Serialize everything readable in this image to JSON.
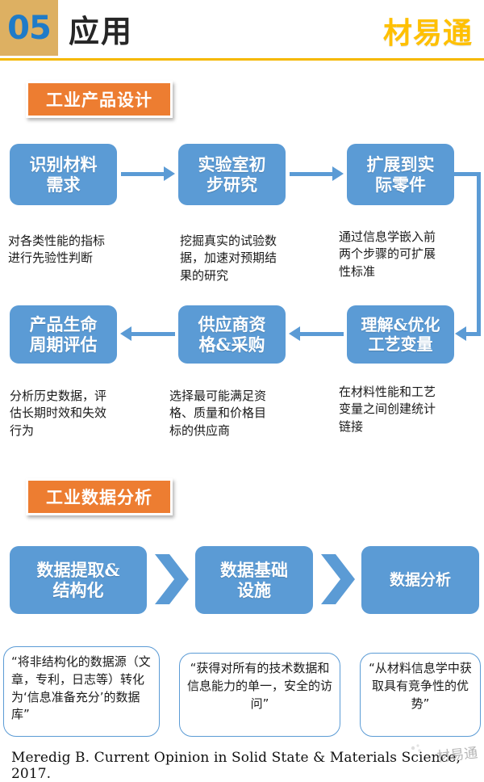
{
  "header": {
    "number": "05",
    "title": "应用",
    "logo": "材易通",
    "accent_gold": "#DDB062",
    "accent_blue": "#1F7BC8",
    "rule_color": "#F5B800",
    "logo_color": "#FFC000"
  },
  "sections": [
    {
      "id": "industrial-product-design",
      "banner": "工业产品设计",
      "banner_color": "#ED7D31"
    },
    {
      "id": "industrial-data-analysis",
      "banner": "工业数据分析",
      "banner_color": "#ED7D31"
    }
  ],
  "design_flow": {
    "box_color": "#5B9BD5",
    "row1": [
      {
        "label": "识别材料\n需求",
        "caption": "对各类性能的指标\n进行先验性判断"
      },
      {
        "label": "实验室初\n步研究",
        "caption": "挖掘真实的试验数\n据，加速对预期结\n果的研究"
      },
      {
        "label": "扩展到实\n际零件",
        "caption": "通过信息学嵌入前\n两个步骤的可扩展\n性标准"
      }
    ],
    "row2": [
      {
        "label": "产品生命\n周期评估",
        "caption": "分析历史数据，评\n估长期时效和失效\n行为"
      },
      {
        "label": "供应商资\n格&采购",
        "caption": "选择最可能满足资\n格、质量和价格目\n标的供应商"
      },
      {
        "label": "理解&优化\n工艺变量",
        "caption": "在材料性能和工艺\n变量之间创建统计\n链接"
      }
    ]
  },
  "data_flow": {
    "box_color": "#5B9BD5",
    "steps": [
      {
        "label": "数据提取&\n结构化",
        "quote": "“将非结构化的数据源（文章，专利，日志等）转化为‘信息准备充分’的数据库”"
      },
      {
        "label": "数据基础\n设施",
        "quote": "“获得对所有的技术数据和信息能力的单一，安全的访问”"
      },
      {
        "label": "数据分析",
        "quote": "“从材料信息学中获取具有竞争性的优势”"
      }
    ]
  },
  "footer": {
    "citation": "Meredig B. Current Opinion in Solid State & Materials  Science, 2017.",
    "watermark": "材易通"
  }
}
